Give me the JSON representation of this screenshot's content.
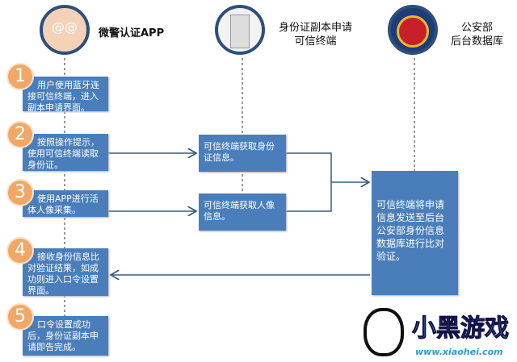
{
  "actors": [
    {
      "label": "微警认证APP"
    },
    {
      "label": "身份证副本申请",
      "label2": "可信终端"
    },
    {
      "label": "公安部",
      "label2": "后台数据库"
    }
  ],
  "steps": [
    {
      "num": "1",
      "text": "用户使用蓝牙连接可信终端，进入副本申请界面。"
    },
    {
      "num": "2",
      "text": "按照操作提示，使用可信终端读取身份证。"
    },
    {
      "num": "3",
      "text": "使用APP进行活体人像采集。"
    },
    {
      "num": "4",
      "text": "接收身份信息比对验证结果，如成功则进入口令设置界面。"
    },
    {
      "num": "5",
      "text": "口令设置成功后，身份证副本申请即告完成。"
    }
  ],
  "terminal_steps": [
    {
      "text": "可信终端获取身份证信息。"
    },
    {
      "text": "可信终端获取人像信息。"
    }
  ],
  "backend_step": {
    "text": "可信终端将申请信息发送至后台公安部身份信息数据库进行比对验证。"
  },
  "watermark": {
    "brand": "小黑游戏",
    "url": "www.xiaohei.com"
  }
}
